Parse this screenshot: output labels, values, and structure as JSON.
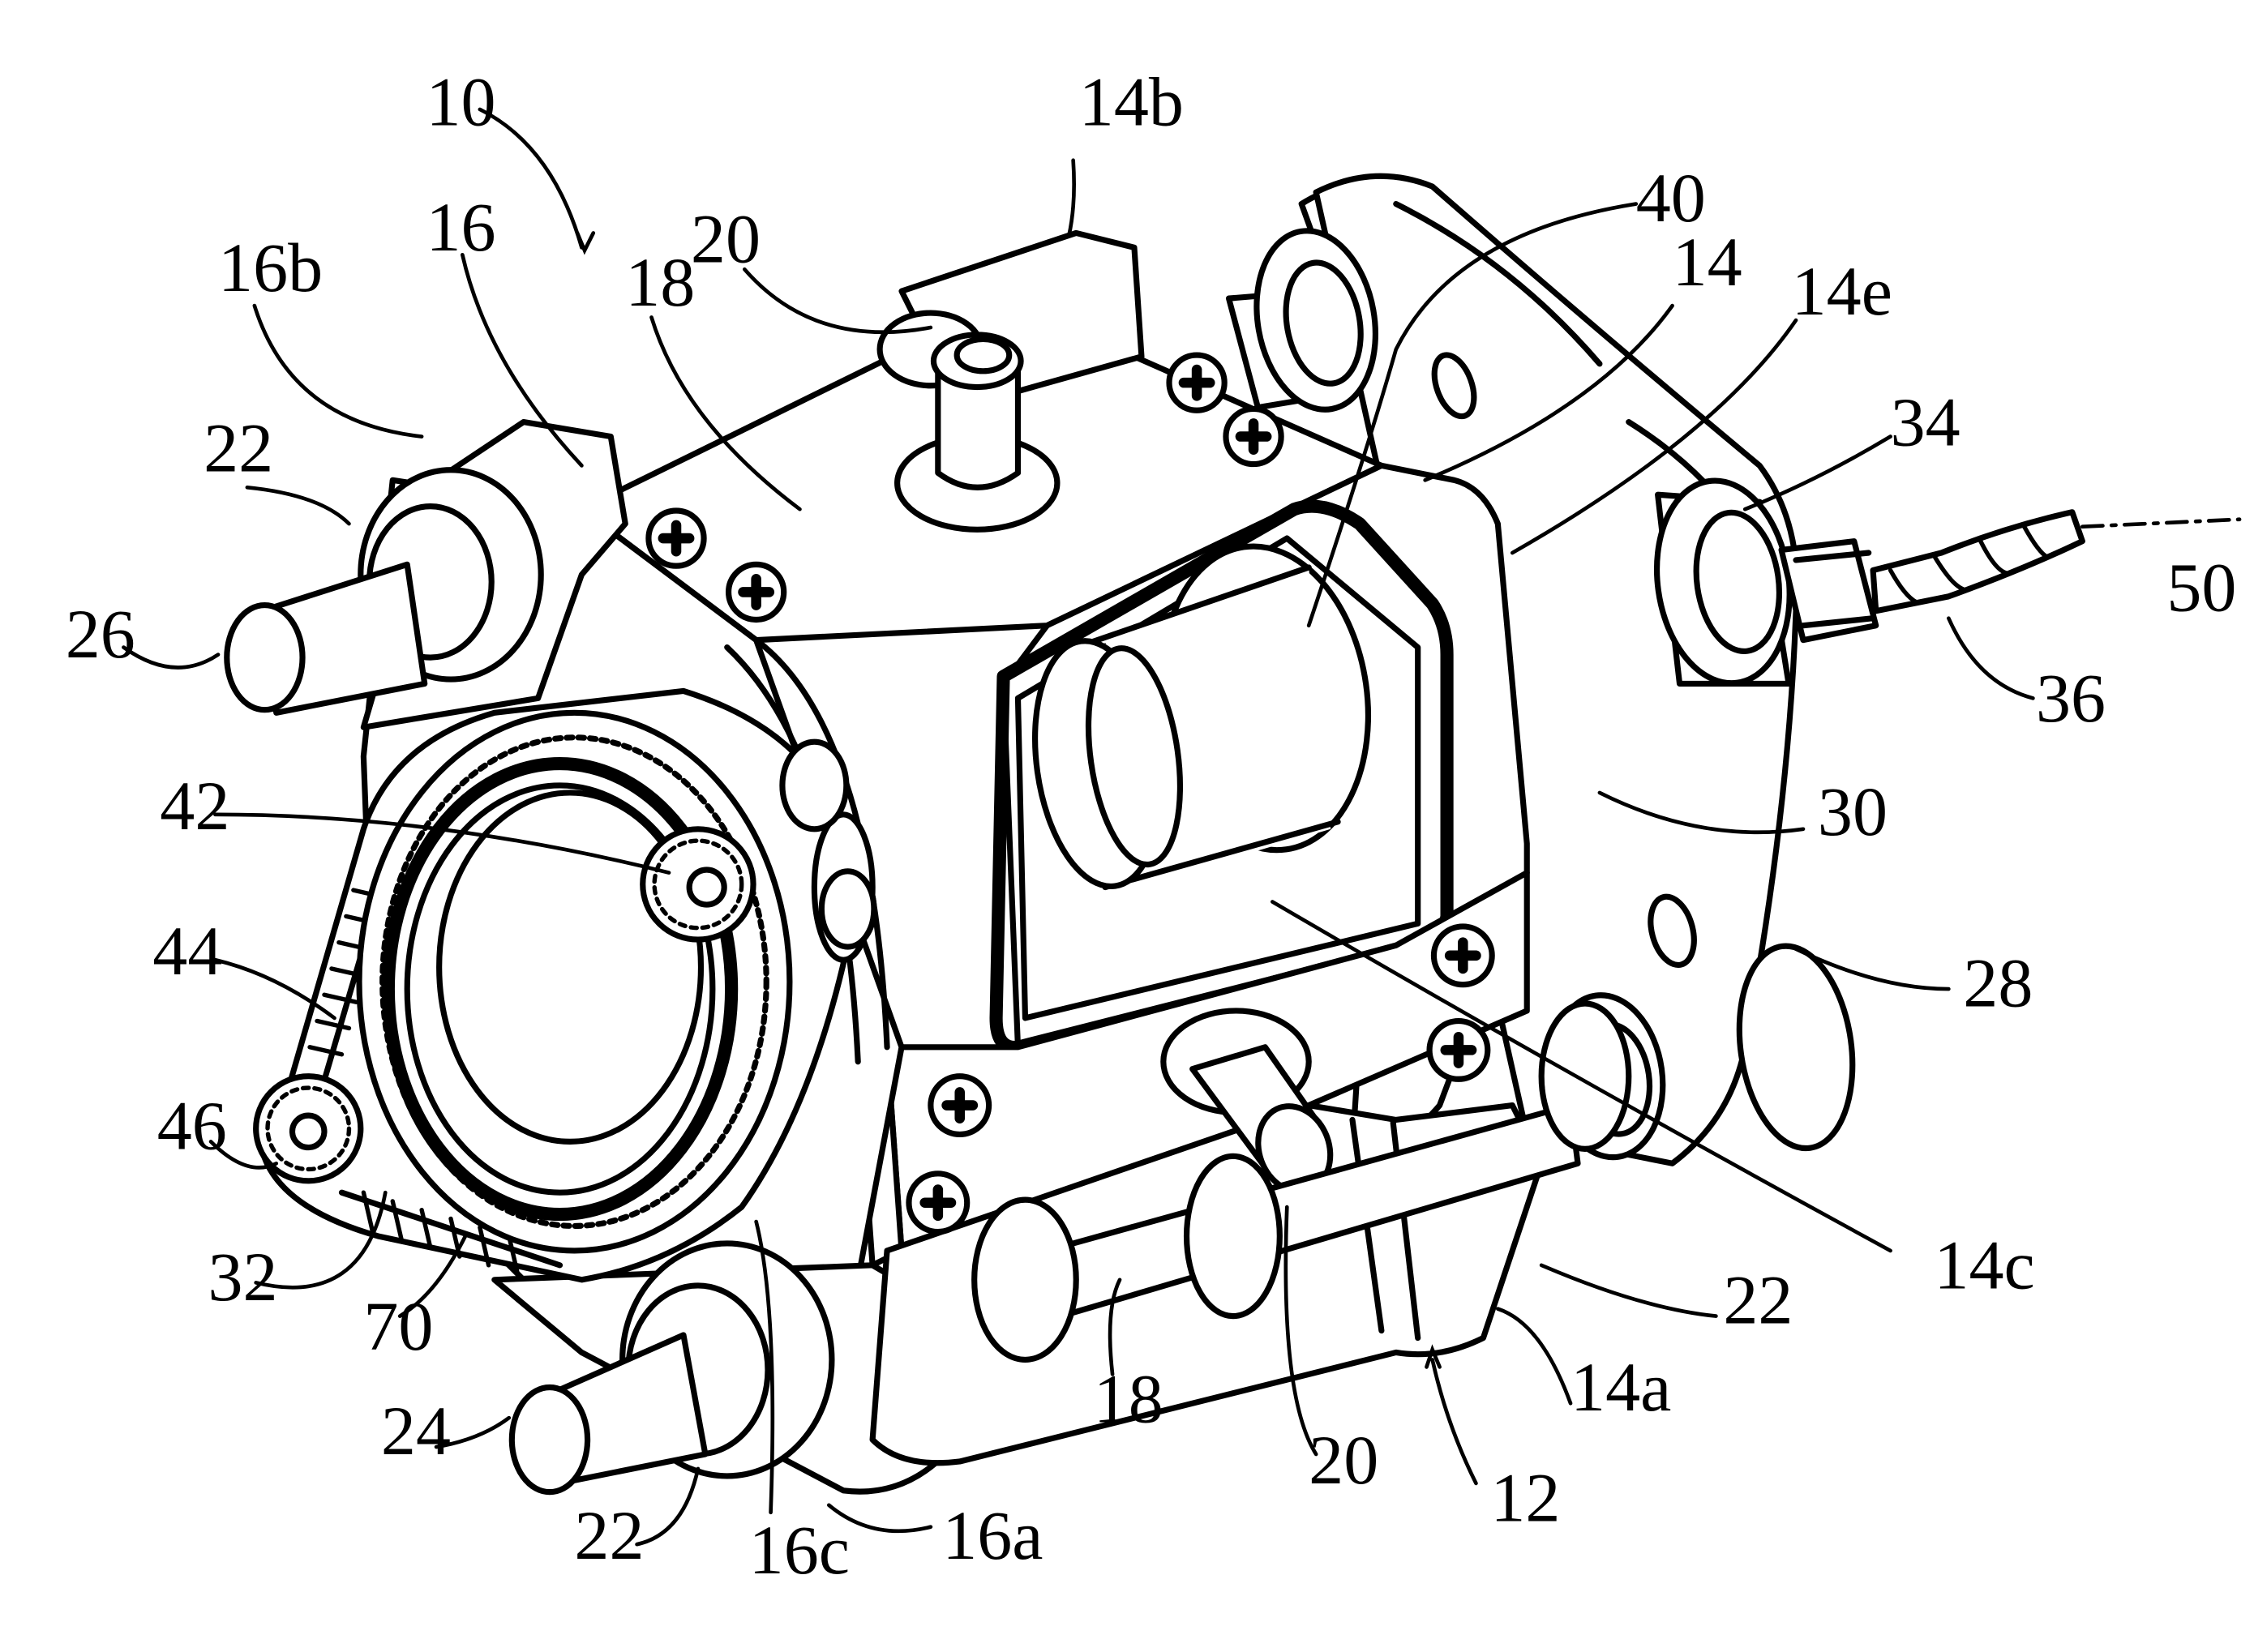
{
  "figure": {
    "labels": [
      {
        "id": "lbl-10",
        "text": "10"
      },
      {
        "id": "lbl-14b",
        "text": "14b"
      },
      {
        "id": "lbl-40",
        "text": "40"
      },
      {
        "id": "lbl-16",
        "text": "16"
      },
      {
        "id": "lbl-16b",
        "text": "16b"
      },
      {
        "id": "lbl-20-top",
        "text": "20"
      },
      {
        "id": "lbl-18-top",
        "text": "18"
      },
      {
        "id": "lbl-14",
        "text": "14"
      },
      {
        "id": "lbl-14e",
        "text": "14e"
      },
      {
        "id": "lbl-34",
        "text": "34"
      },
      {
        "id": "lbl-22-left",
        "text": "22"
      },
      {
        "id": "lbl-50",
        "text": "50"
      },
      {
        "id": "lbl-26",
        "text": "26"
      },
      {
        "id": "lbl-36",
        "text": "36"
      },
      {
        "id": "lbl-30",
        "text": "30"
      },
      {
        "id": "lbl-42",
        "text": "42"
      },
      {
        "id": "lbl-28",
        "text": "28"
      },
      {
        "id": "lbl-44",
        "text": "44"
      },
      {
        "id": "lbl-46",
        "text": "46"
      },
      {
        "id": "lbl-14c",
        "text": "14c"
      },
      {
        "id": "lbl-32",
        "text": "32"
      },
      {
        "id": "lbl-22-right",
        "text": "22"
      },
      {
        "id": "lbl-70",
        "text": "70"
      },
      {
        "id": "lbl-14a",
        "text": "14a"
      },
      {
        "id": "lbl-18-bottom",
        "text": "18"
      },
      {
        "id": "lbl-24",
        "text": "24"
      },
      {
        "id": "lbl-20-bottom",
        "text": "20"
      },
      {
        "id": "lbl-12",
        "text": "12"
      },
      {
        "id": "lbl-22-bottom",
        "text": "22"
      },
      {
        "id": "lbl-16c",
        "text": "16c"
      },
      {
        "id": "lbl-16a",
        "text": "16a"
      }
    ]
  }
}
